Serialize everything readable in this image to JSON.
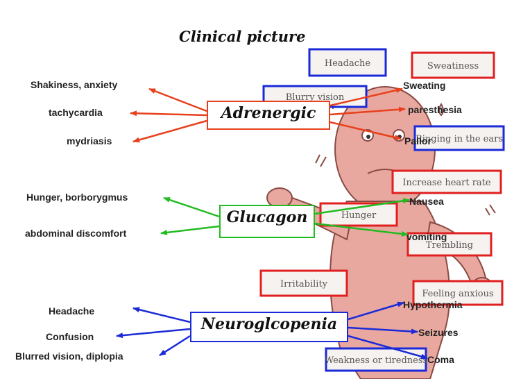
{
  "title": "Clinical picture",
  "categories": {
    "adrenergic": "Adrenergic",
    "glucagon": "Glucagon",
    "neuroglycopenia": "Neuroglcopenia"
  },
  "adrenergic": {
    "left": [
      "Shakiness, anxiety",
      "tachycardia",
      "mydriasis"
    ],
    "right": [
      "Sweating",
      "paresthesia",
      "Pallor"
    ]
  },
  "glucagon": {
    "left": [
      "Hunger, borborygmus",
      "abdominal discomfort"
    ],
    "right": [
      "Nausea",
      "vomiting"
    ]
  },
  "neuroglycopenia": {
    "left": [
      "Headache",
      "Confusion",
      "Blurred vision, diplopia"
    ],
    "right": [
      "Hypothermia",
      "Seizures",
      "Coma"
    ]
  },
  "picture_signs": [
    "Headache",
    "Sweatiness",
    "Blurry vision",
    "Ringing in the ears",
    "Increase heart rate",
    "Hunger",
    "Trembling",
    "Irritability",
    "Feeling anxious",
    "Weakness or tiredness"
  ],
  "colors": {
    "adrenergic": "#e8401c",
    "glucagon": "#22bb22",
    "neuroglycopenia": "#1a2ad8",
    "sign_box_red": "#e02020",
    "sign_box_blue": "#1a2ad8",
    "figure_fill": "#e8a8a0",
    "figure_stroke": "#8a4a44"
  }
}
